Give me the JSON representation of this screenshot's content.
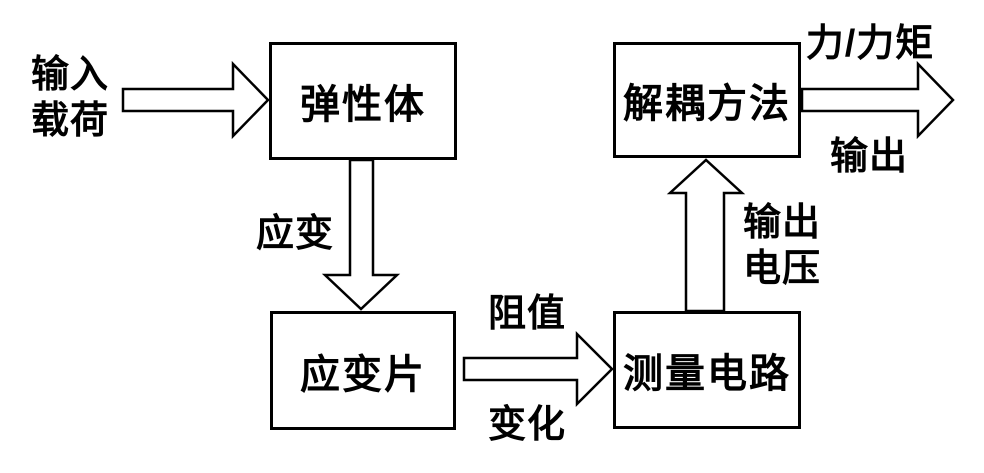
{
  "diagram": {
    "background_color": "#ffffff",
    "stroke_color": "#000000",
    "text_color": "#000000",
    "nodes": {
      "elastic_body": "弹性体",
      "decoupling_method": "解耦方法",
      "strain_gauge": "应变片",
      "measurement_circuit": "测量电路"
    },
    "labels": {
      "input_load": "输入\n载荷",
      "strain": "应变",
      "resistance": "阻值",
      "change": "变化",
      "output_voltage": "输出\n电压",
      "force_torque": "力/力矩",
      "output": "输出"
    },
    "arrows": {
      "input": "input-load-to-elastic-body",
      "strain_down": "elastic-body-to-strain-gauge",
      "resistance_right": "strain-gauge-to-measurement-circuit",
      "voltage_up": "measurement-circuit-to-decoupling-method",
      "output_right": "decoupling-method-to-output"
    }
  }
}
